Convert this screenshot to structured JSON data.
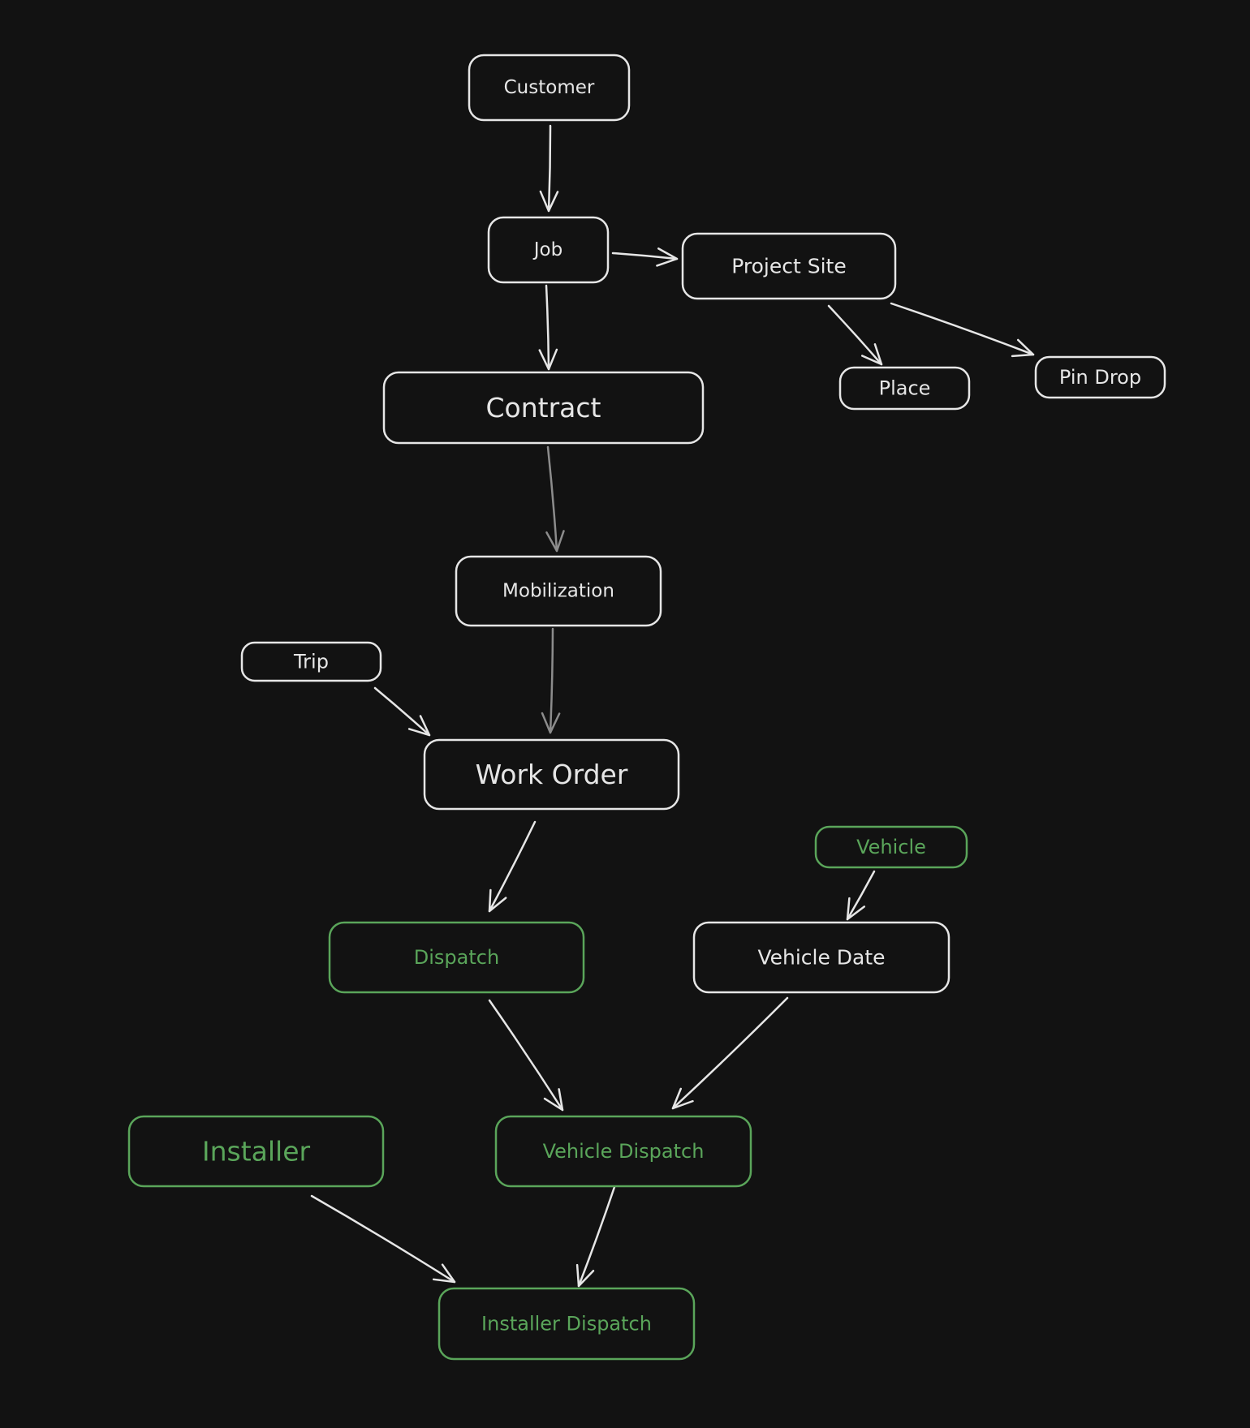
{
  "colors": {
    "background": "#121212",
    "default": "#e6e6e6",
    "green": "#5aa55a",
    "muted_edge": "#8c8c8c"
  },
  "nodes": [
    {
      "id": "customer",
      "label": "Customer",
      "color": "default"
    },
    {
      "id": "job",
      "label": "Job",
      "color": "default"
    },
    {
      "id": "project_site",
      "label": "Project Site",
      "color": "default"
    },
    {
      "id": "place",
      "label": "Place",
      "color": "default"
    },
    {
      "id": "pin_drop",
      "label": "Pin Drop",
      "color": "default"
    },
    {
      "id": "contract",
      "label": "Contract",
      "color": "default"
    },
    {
      "id": "mobilization",
      "label": "Mobilization",
      "color": "default"
    },
    {
      "id": "trip",
      "label": "Trip",
      "color": "default"
    },
    {
      "id": "work_order",
      "label": "Work Order",
      "color": "default"
    },
    {
      "id": "vehicle",
      "label": "Vehicle",
      "color": "green"
    },
    {
      "id": "dispatch",
      "label": "Dispatch",
      "color": "green"
    },
    {
      "id": "vehicle_date",
      "label": "Vehicle Date",
      "color": "default"
    },
    {
      "id": "installer",
      "label": "Installer",
      "color": "green"
    },
    {
      "id": "vehicle_dispatch",
      "label": "Vehicle Dispatch",
      "color": "green"
    },
    {
      "id": "installer_dispatch",
      "label": "Installer Dispatch",
      "color": "green"
    }
  ],
  "edges": [
    {
      "from": "customer",
      "to": "job",
      "color": "default"
    },
    {
      "from": "job",
      "to": "project_site",
      "color": "default"
    },
    {
      "from": "job",
      "to": "contract",
      "color": "default"
    },
    {
      "from": "project_site",
      "to": "place",
      "color": "default"
    },
    {
      "from": "project_site",
      "to": "pin_drop",
      "color": "default"
    },
    {
      "from": "contract",
      "to": "mobilization",
      "color": "muted_edge"
    },
    {
      "from": "mobilization",
      "to": "work_order",
      "color": "muted_edge"
    },
    {
      "from": "trip",
      "to": "work_order",
      "color": "default"
    },
    {
      "from": "work_order",
      "to": "dispatch",
      "color": "default"
    },
    {
      "from": "vehicle",
      "to": "vehicle_date",
      "color": "default"
    },
    {
      "from": "dispatch",
      "to": "vehicle_dispatch",
      "color": "default"
    },
    {
      "from": "vehicle_date",
      "to": "vehicle_dispatch",
      "color": "default"
    },
    {
      "from": "installer",
      "to": "installer_dispatch",
      "color": "default"
    },
    {
      "from": "vehicle_dispatch",
      "to": "installer_dispatch",
      "color": "default"
    }
  ]
}
